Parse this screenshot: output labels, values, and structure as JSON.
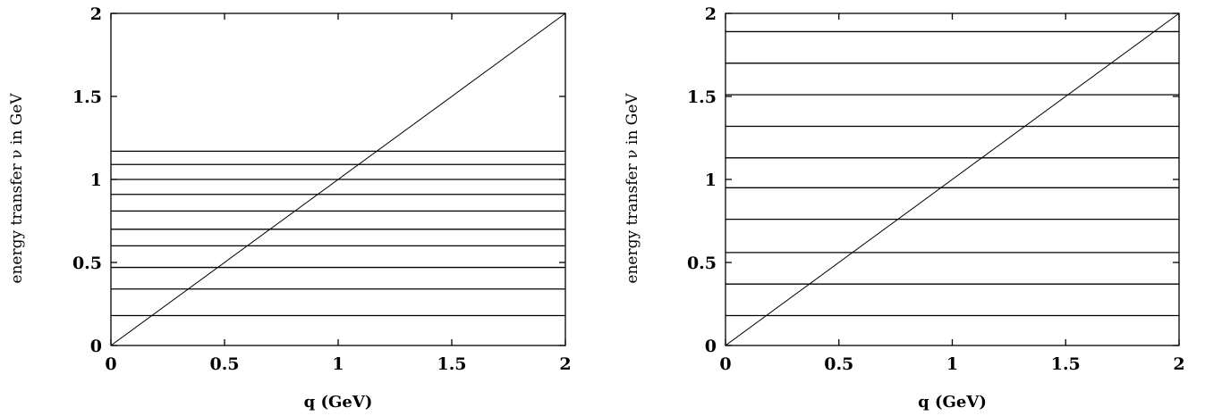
{
  "chart_data": [
    {
      "type": "line",
      "xlabel": "q (GeV)",
      "ylabel": "energy transfer ν in GeV",
      "xlim": [
        0,
        2
      ],
      "ylim": [
        0,
        2
      ],
      "xticks": [
        "0",
        "0.5",
        "1",
        "1.5",
        "2"
      ],
      "yticks": [
        "0",
        "0.5",
        "1",
        "1.5",
        "2"
      ],
      "diagonal": {
        "x": [
          0,
          2
        ],
        "y": [
          0,
          2
        ]
      },
      "horizontal_levels": [
        0.18,
        0.34,
        0.47,
        0.6,
        0.7,
        0.81,
        0.91,
        1.0,
        1.09,
        1.17
      ]
    },
    {
      "type": "line",
      "xlabel": "q (GeV)",
      "ylabel": "energy transfer ν in GeV",
      "xlim": [
        0,
        2
      ],
      "ylim": [
        0,
        2
      ],
      "xticks": [
        "0",
        "0.5",
        "1",
        "1.5",
        "2"
      ],
      "yticks": [
        "0",
        "0.5",
        "1",
        "1.5",
        "2"
      ],
      "diagonal": {
        "x": [
          0,
          2
        ],
        "y": [
          0,
          2
        ]
      },
      "horizontal_levels": [
        0.18,
        0.37,
        0.56,
        0.76,
        0.95,
        1.13,
        1.32,
        1.51,
        1.7,
        1.89
      ]
    }
  ]
}
